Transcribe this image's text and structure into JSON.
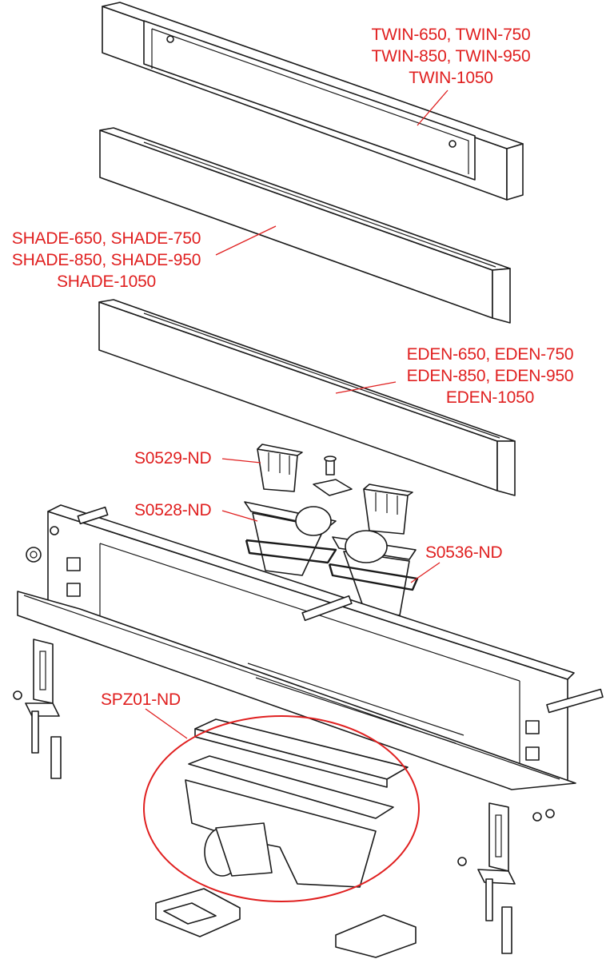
{
  "labels": {
    "twin": [
      "TWIN-650, TWIN-750",
      "TWIN-850, TWIN-950",
      "TWIN-1050"
    ],
    "shade": [
      "SHADE-650, SHADE-750",
      "SHADE-850, SHADE-950",
      "SHADE-1050"
    ],
    "eden": [
      "EDEN-650, EDEN-750",
      "EDEN-850, EDEN-950",
      "EDEN-1050"
    ],
    "s0529": "S0529-ND",
    "s0528": "S0528-ND",
    "s0536": "S0536-ND",
    "spz01": "SPZ01-ND"
  },
  "colors": {
    "label": "#e02020",
    "line": "#1a1a1a",
    "fill": "#ffffff"
  }
}
